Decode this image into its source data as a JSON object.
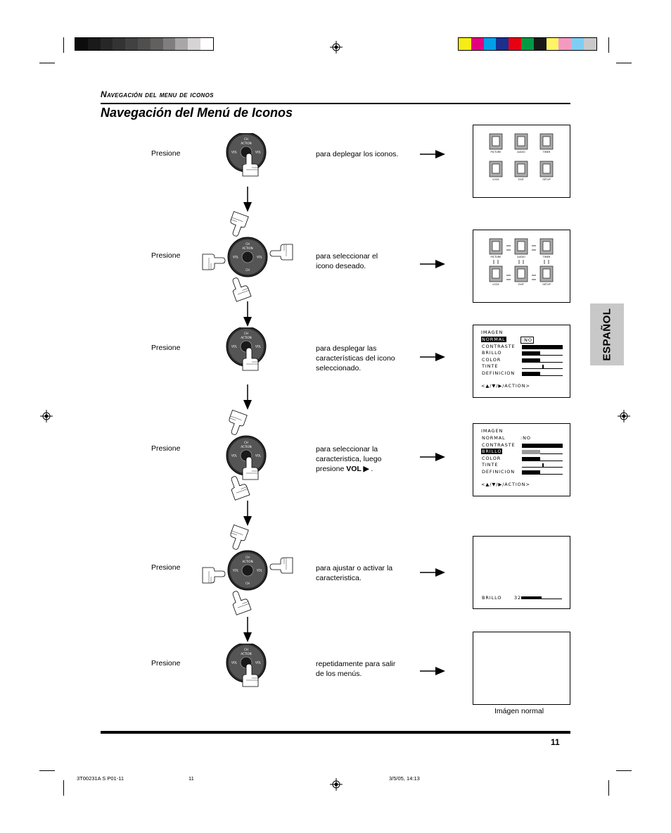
{
  "header": {
    "section_label": "Navegación del menu de iconos",
    "title": "Navegación del Menú de Iconos"
  },
  "side_tab": "ESPAÑOL",
  "steps": [
    {
      "label": "Presione",
      "desc": "para deplegar los iconos."
    },
    {
      "label": "Presione",
      "desc": "para seleccionar el icono deseado."
    },
    {
      "label": "Presione",
      "desc": "para desplegar las características del icono seleccionado."
    },
    {
      "label": "Presione",
      "desc_prefix": "para seleccionar la caracteristica, luego presione ",
      "desc_bold": "VOL ▶",
      "desc_suffix": " ."
    },
    {
      "label": "Presione",
      "desc": "para ajustar o activar la caracteristica."
    },
    {
      "label": "Presione",
      "desc": "repetidamente para salir de los menús."
    }
  ],
  "remote": {
    "ch_up": "CH",
    "action": "ACTION",
    "vol_left": "VOL",
    "vol_right": "VOL",
    "ch_down": "CH"
  },
  "icon_menu": {
    "icons": [
      "PICTURE",
      "AUDIO",
      "TIMER",
      "LOCK",
      "EXIT",
      "SETUP"
    ]
  },
  "picture_menu": {
    "heading": "IMAGEN",
    "rows": [
      {
        "label": "NORMAL",
        "value": ":NO"
      },
      {
        "label": "CONTRASTE",
        "level": 1.0
      },
      {
        "label": "BRILLO",
        "level": 0.45
      },
      {
        "label": "COLOR",
        "level": 0.45
      },
      {
        "label": "TINTE",
        "level": 0.5
      },
      {
        "label": "DEFINICION",
        "level": 0.45
      }
    ],
    "nav_hint": "▲/▼/▶/ACTION"
  },
  "adjust_bar": {
    "label": "BRILLO",
    "value": "32",
    "level": 0.5
  },
  "caption": "Imágen normal",
  "page_number": "11",
  "footer": {
    "doc_id": "3T00231A  S P01-11",
    "page": "11",
    "date": "3/5/05, 14:13"
  },
  "colors": {
    "registration_bars": [
      "#0c0c0c",
      "#1a1a1a",
      "#272727",
      "#333333",
      "#414141",
      "#504f4f",
      "#625f5f",
      "#7f7d7d",
      "#a8a6a6",
      "#d6d4d4",
      "#ffffff"
    ],
    "color_bars": [
      "#f6ec16",
      "#e5007f",
      "#00a0e9",
      "#1b2f8f",
      "#e60012",
      "#009944",
      "#181818",
      "#fff467",
      "#f49ac1",
      "#7ecef4",
      "#c9c9c9"
    ],
    "tab_gray": "#c8c8c8"
  }
}
